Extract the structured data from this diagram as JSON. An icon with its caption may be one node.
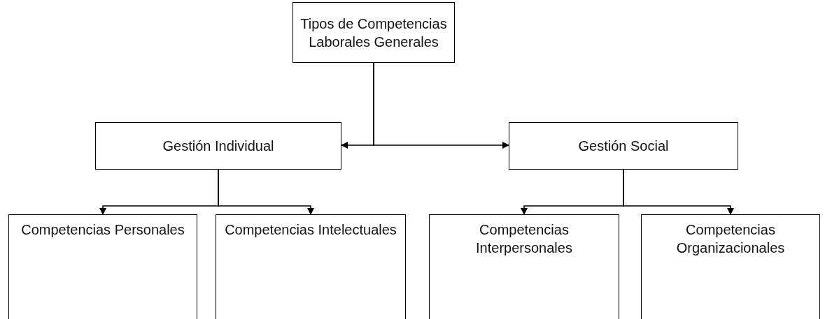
{
  "diagram": {
    "nodes": [
      {
        "text": [
          "Tipos de Competencias Laborales Generales"
        ]
      },
      {
        "text": [
          "Gestión Individual"
        ]
      },
      {
        "text": [
          "Gestión Social"
        ]
      },
      {
        "text": [
          "Competencias Personales"
        ]
      },
      {
        "text": [
          "Competencias Intelectuales"
        ]
      },
      {
        "text": [
          "Competencias Interpersonales"
        ]
      },
      {
        "text": [
          "Competencias Organizacionales"
        ]
      }
    ],
    "edges": [
      {
        "from": 0,
        "to": 1,
        "arrow": "to"
      },
      {
        "from": 0,
        "to": 2,
        "arrow": "to"
      },
      {
        "from": 1,
        "to": 3,
        "arrow": "to"
      },
      {
        "from": 1,
        "to": 4,
        "arrow": "to"
      },
      {
        "from": 2,
        "to": 5,
        "arrow": "to"
      },
      {
        "from": 2,
        "to": 6,
        "arrow": "to"
      }
    ]
  }
}
